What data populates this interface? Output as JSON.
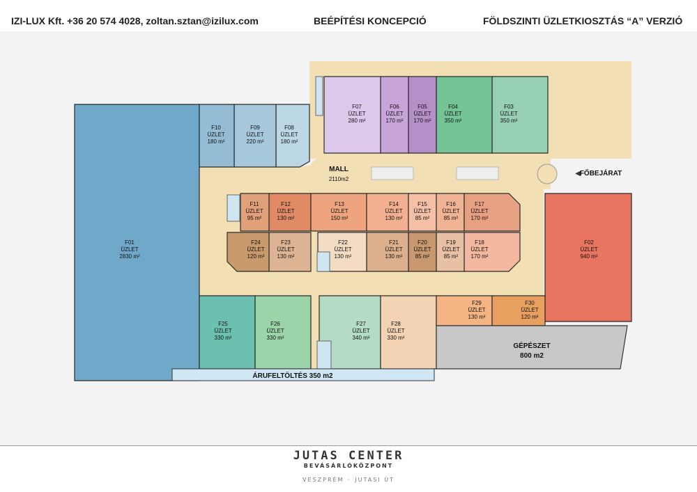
{
  "header": {
    "company": "IZI-LUX Kft. +36 20 574 4028, zoltan.sztan@izilux.com",
    "concept": "BEÉPÍTÉSI KONCEPCIÓ",
    "version": "FÖLDSZINTI ÜZLETKIOSZTÁS “A” VERZIÓ"
  },
  "common": {
    "shop_word": "ÜZLET",
    "area_unit": "m²"
  },
  "units": [
    {
      "id": "F01",
      "area": "2830",
      "color": "#6fa8c8"
    },
    {
      "id": "F02",
      "area": "940",
      "color": "#e87560"
    },
    {
      "id": "F03",
      "area": "350",
      "color": "#98d0b4"
    },
    {
      "id": "F04",
      "area": "350",
      "color": "#74c496"
    },
    {
      "id": "F05",
      "area": "170",
      "color": "#b48fc8"
    },
    {
      "id": "F06",
      "area": "170",
      "color": "#c8a4d8"
    },
    {
      "id": "F07",
      "area": "280",
      "color": "#dcc8ea"
    },
    {
      "id": "F08",
      "area": "180",
      "color": "#bcd8e6"
    },
    {
      "id": "F09",
      "area": "220",
      "color": "#a6c8dc"
    },
    {
      "id": "F10",
      "area": "180",
      "color": "#94bcd4"
    },
    {
      "id": "F11",
      "area": "95",
      "color": "#e0a07a"
    },
    {
      "id": "F12",
      "area": "130",
      "color": "#e08a66"
    },
    {
      "id": "F13",
      "area": "150",
      "color": "#eea47e"
    },
    {
      "id": "F14",
      "area": "130",
      "color": "#f2b090"
    },
    {
      "id": "F15",
      "area": "85",
      "color": "#f6c0a6"
    },
    {
      "id": "F16",
      "area": "85",
      "color": "#f0b494"
    },
    {
      "id": "F17",
      "area": "170",
      "color": "#e8a082"
    },
    {
      "id": "F18",
      "area": "170",
      "color": "#f4b8a0"
    },
    {
      "id": "F19",
      "area": "85",
      "color": "#e8c0a4"
    },
    {
      "id": "F20",
      "area": "85",
      "color": "#c89870"
    },
    {
      "id": "F21",
      "area": "130",
      "color": "#dcb08c"
    },
    {
      "id": "F22",
      "area": "130",
      "color": "#f4dcc4"
    },
    {
      "id": "F23",
      "area": "130",
      "color": "#dcb494"
    },
    {
      "id": "F24",
      "area": "120",
      "color": "#c89a6c"
    },
    {
      "id": "F25",
      "area": "330",
      "color": "#6cc0b0"
    },
    {
      "id": "F26",
      "area": "330",
      "color": "#9ad4a8"
    },
    {
      "id": "F27",
      "area": "340",
      "color": "#b4dcc4"
    },
    {
      "id": "F28",
      "area": "330",
      "color": "#f4d2b4"
    },
    {
      "id": "F29",
      "area": "130",
      "color": "#f4b484"
    },
    {
      "id": "F30",
      "area": "120",
      "color": "#e8a060"
    }
  ],
  "mall": {
    "name": "MALL",
    "area": "2110m2"
  },
  "entrance": "FŐBEJÁRAT",
  "machinery": {
    "name": "GÉPÉSZET",
    "area": "800 m2"
  },
  "loading": "ÁRUFELTÖLTÉS   350 m2",
  "footer": {
    "brand": "JUTAS CENTER",
    "subtitle": "BEVÁSÁRLÓKÖZPONT",
    "location": "VESZPRÉM ◦ JUTASI ÚT"
  }
}
